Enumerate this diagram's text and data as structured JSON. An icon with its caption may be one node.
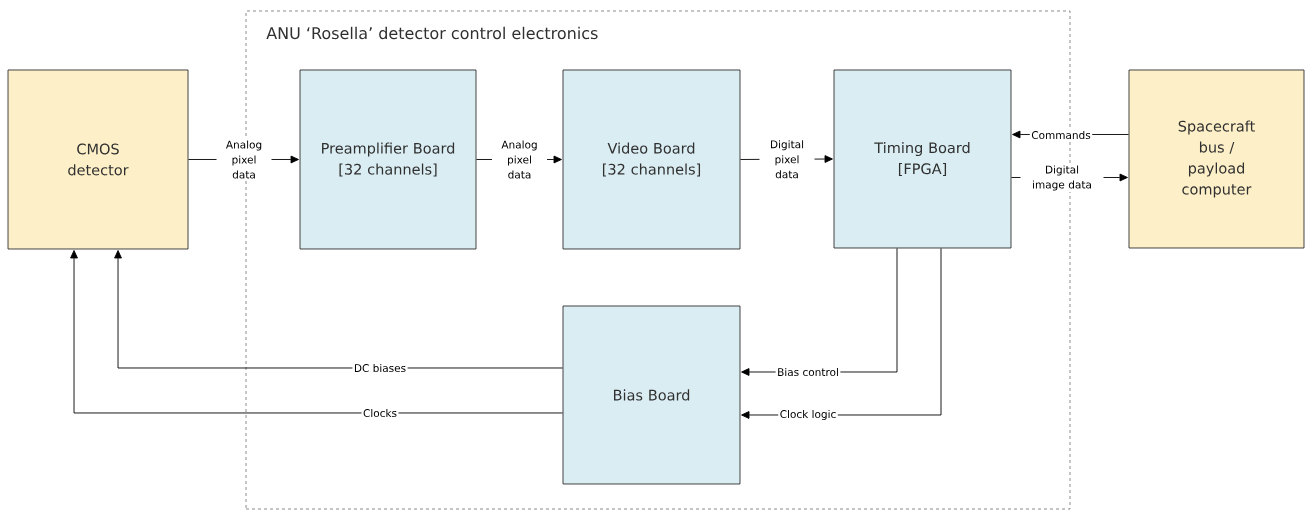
{
  "diagram": {
    "nodes": [
      {
        "text": [
          "ANU ‘Rosella’ detector control electronics"
        ]
      },
      {
        "text": [
          "CMOS detector"
        ]
      },
      {
        "text": [
          "Preamplifier Board [32 channels]"
        ],
        "in": 0
      },
      {
        "text": [
          "Video Board [32 channels]"
        ],
        "in": 0
      },
      {
        "text": [
          "Timing Board [FPGA]"
        ],
        "in": 0
      },
      {
        "text": [
          "Spacecraft bus / payload computer"
        ]
      },
      {
        "text": [
          "Bias Board"
        ],
        "in": 0
      }
    ],
    "edges": [
      {
        "from": 1,
        "to": 2,
        "arrow": "to",
        "label": "Analog pixel data"
      },
      {
        "from": 2,
        "to": 3,
        "arrow": "to",
        "label": "Analog pixel data"
      },
      {
        "from": 3,
        "to": 4,
        "arrow": "to",
        "label": "Digital pixel data"
      },
      {
        "from": 5,
        "to": 4,
        "arrow": "to",
        "label": "Commands"
      },
      {
        "from": 4,
        "to": 5,
        "arrow": "to",
        "label": "Digital image data"
      },
      {
        "from": 4,
        "to": 6,
        "arrow": "to",
        "label": "Bias control"
      },
      {
        "from": 4,
        "to": 6,
        "arrow": "to",
        "label": "Clock logic"
      },
      {
        "from": 6,
        "to": 1,
        "arrow": "to",
        "label": "DC biases"
      },
      {
        "from": 6,
        "to": 1,
        "arrow": "to",
        "label": "Clocks"
      }
    ]
  }
}
